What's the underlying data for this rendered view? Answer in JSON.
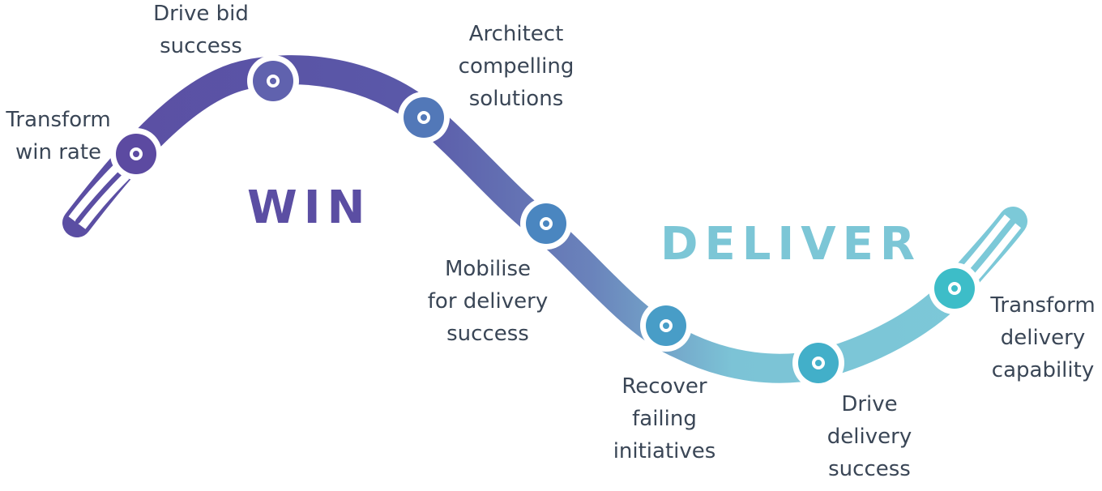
{
  "phases": {
    "win": {
      "label": "WIN",
      "color": "#5b4ea3"
    },
    "deliver": {
      "label": "DELIVER",
      "color": "#7cc6d6"
    }
  },
  "steps": [
    {
      "lines": [
        "Transform",
        "win rate"
      ],
      "color": "#5c4aa1"
    },
    {
      "lines": [
        "Drive bid",
        "success"
      ],
      "color": "#6062ae"
    },
    {
      "lines": [
        "Architect",
        "compelling",
        "solutions"
      ],
      "color": "#5278b8"
    },
    {
      "lines": [
        "Mobilise",
        "for delivery",
        "success"
      ],
      "color": "#4a86c0"
    },
    {
      "lines": [
        "Recover",
        "failing",
        "initiatives"
      ],
      "color": "#489dc7"
    },
    {
      "lines": [
        "Drive",
        "delivery",
        "success"
      ],
      "color": "#42afc9"
    },
    {
      "lines": [
        "Transform",
        "delivery",
        "capability"
      ],
      "color": "#3dbdc8"
    }
  ]
}
